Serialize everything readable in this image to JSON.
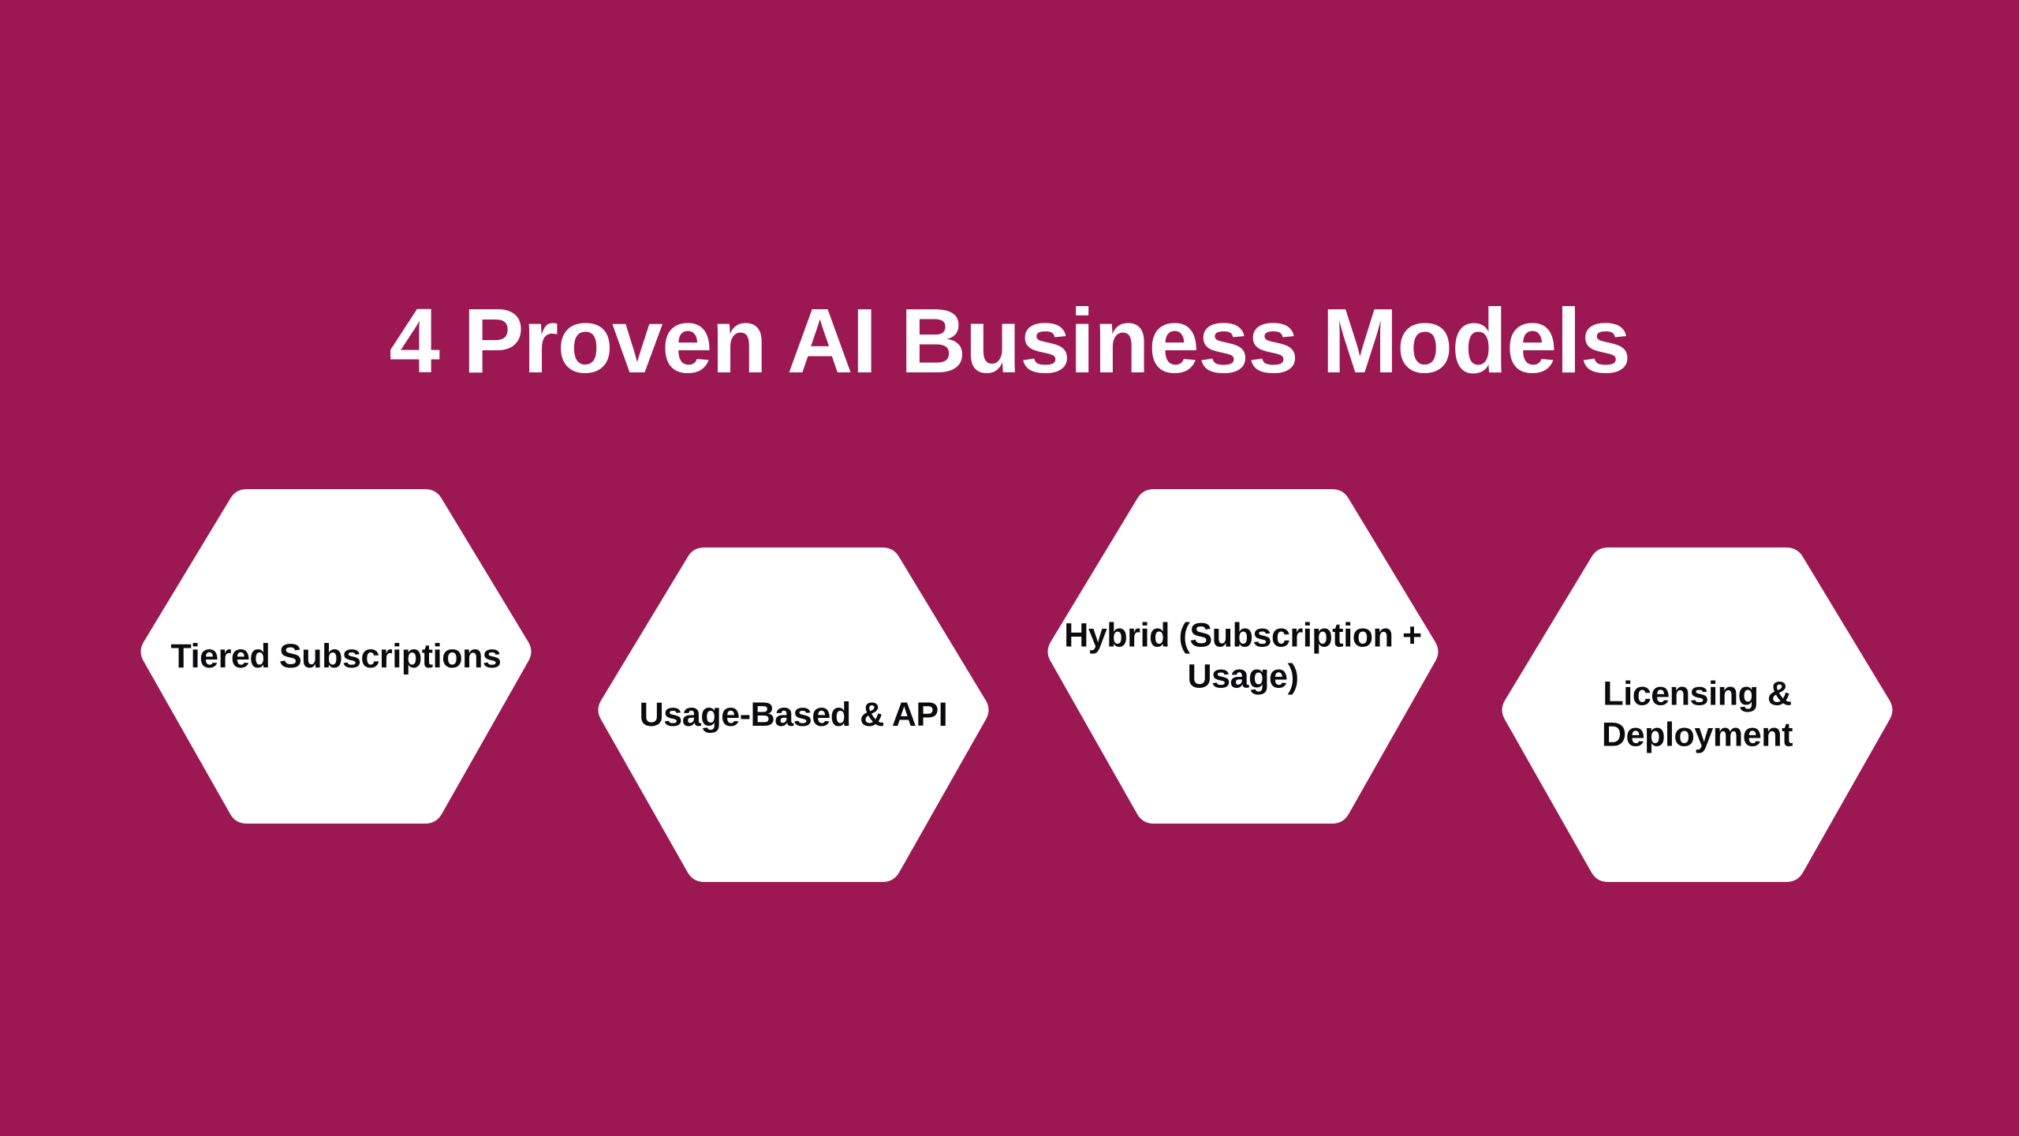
{
  "slide": {
    "title": "4 Proven AI Business Models",
    "background_color": "#9c1852",
    "title_color": "#ffffff",
    "shape_color": "#ffffff",
    "shape_text_color": "#0b0b0d",
    "shape_kind": "hexagon",
    "item_count": 4
  },
  "models": [
    {
      "label": "Tiered Subscriptions",
      "position": "raised"
    },
    {
      "label": "Usage-Based & API",
      "position": "lowered"
    },
    {
      "label": "Hybrid (Subscription + Usage)",
      "position": "raised"
    },
    {
      "label": "Licensing & Deployment",
      "position": "lowered"
    }
  ]
}
